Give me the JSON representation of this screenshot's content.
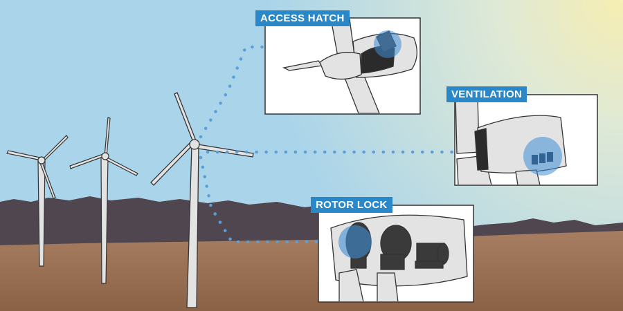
{
  "colors": {
    "label_bg": "#2a87c8",
    "label_text": "#ffffff",
    "highlight": "#3f8ed6",
    "dots": "#5a9fd8",
    "sky_top": "#a5d2ea",
    "sky_glow": "#f1ebb3",
    "mountains": "#4f4650",
    "ground": "#9a7156",
    "turbine": "#e3e3e3",
    "outline": "#333333"
  },
  "callouts": {
    "access_hatch": {
      "label": "ACCESS HATCH",
      "icon": "access-hatch-highlight"
    },
    "ventilation": {
      "label": "VENTILATION",
      "icon": "ventilation-highlight"
    },
    "rotor_lock": {
      "label": "ROTOR LOCK",
      "icon": "rotor-lock-highlight"
    }
  }
}
